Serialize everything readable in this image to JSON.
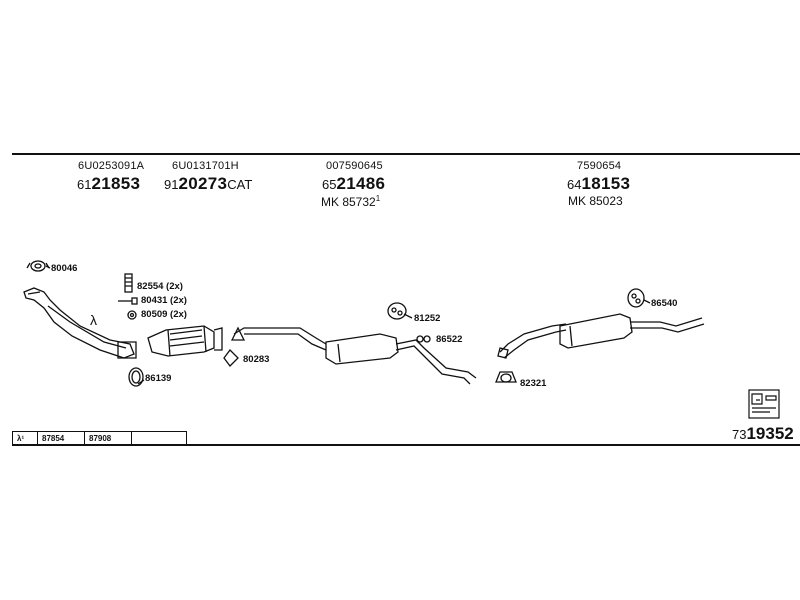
{
  "header": {
    "columns": [
      {
        "oe": "6U0253091A",
        "prefix": "61",
        "number": "21853",
        "suffix": "",
        "mk": "",
        "mk_sup": ""
      },
      {
        "oe": "6U0131701H",
        "prefix": "91",
        "number": "20273",
        "suffix": "CAT",
        "mk": "",
        "mk_sup": ""
      },
      {
        "oe": "007590645",
        "prefix": "65",
        "number": "21486",
        "suffix": "",
        "mk": "MK 85732",
        "mk_sup": "1"
      },
      {
        "oe": "7590654",
        "prefix": "64",
        "number": "18153",
        "suffix": "",
        "mk": "MK 85023",
        "mk_sup": ""
      }
    ]
  },
  "parts": {
    "p80046": "80046",
    "p82554": "82554 (2x)",
    "p80431": "80431 (2x)",
    "p80509": "80509 (2x)",
    "p86139": "86139",
    "p80283": "80283",
    "p81252": "81252",
    "p86522": "86522",
    "p82321": "82321",
    "p86540": "86540",
    "lambda": "λ"
  },
  "footer_table": [
    "λ¹",
    "87854",
    "87908",
    ""
  ],
  "reference": {
    "prefix": "73",
    "number": "19352"
  }
}
